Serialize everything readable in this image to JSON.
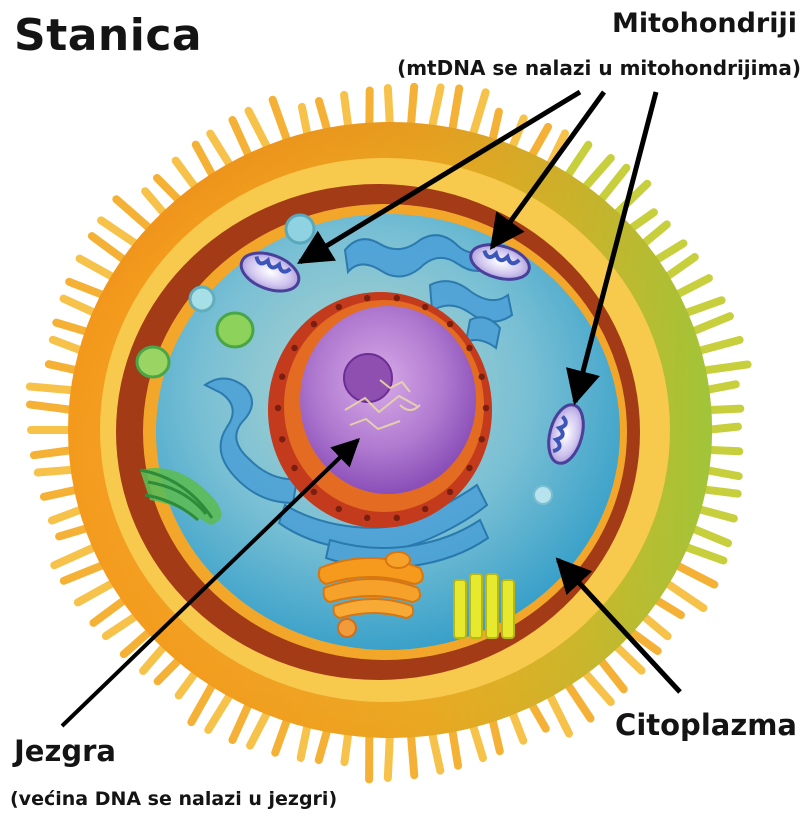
{
  "title": "Stanica",
  "labels": {
    "mitochondria": "Mitohondriji",
    "mitochondria_note": "(mtDNA se nalazi u mitohondrijima)",
    "cytoplasm": "Citoplazma",
    "nucleus": "Jezgra",
    "nucleus_note": "(većina DNA se nalazi u jezgri)"
  },
  "colors": {
    "membrane_outer": "#f6a21e",
    "membrane_green": "#b8cf3a",
    "membrane_inner": "#a33b16",
    "cytoplasm": "#5fb3cf",
    "nucleus": "#a36bc6",
    "nuclear_envelope": "#c0321c",
    "endoplasmic_reticulum": "#3d8fd0",
    "golgi": "#f4a020",
    "centriole": "#e6e52c",
    "chloroplast": "#4caf50",
    "mitochondrion": "#a79bd6",
    "arrow": "#000000"
  }
}
